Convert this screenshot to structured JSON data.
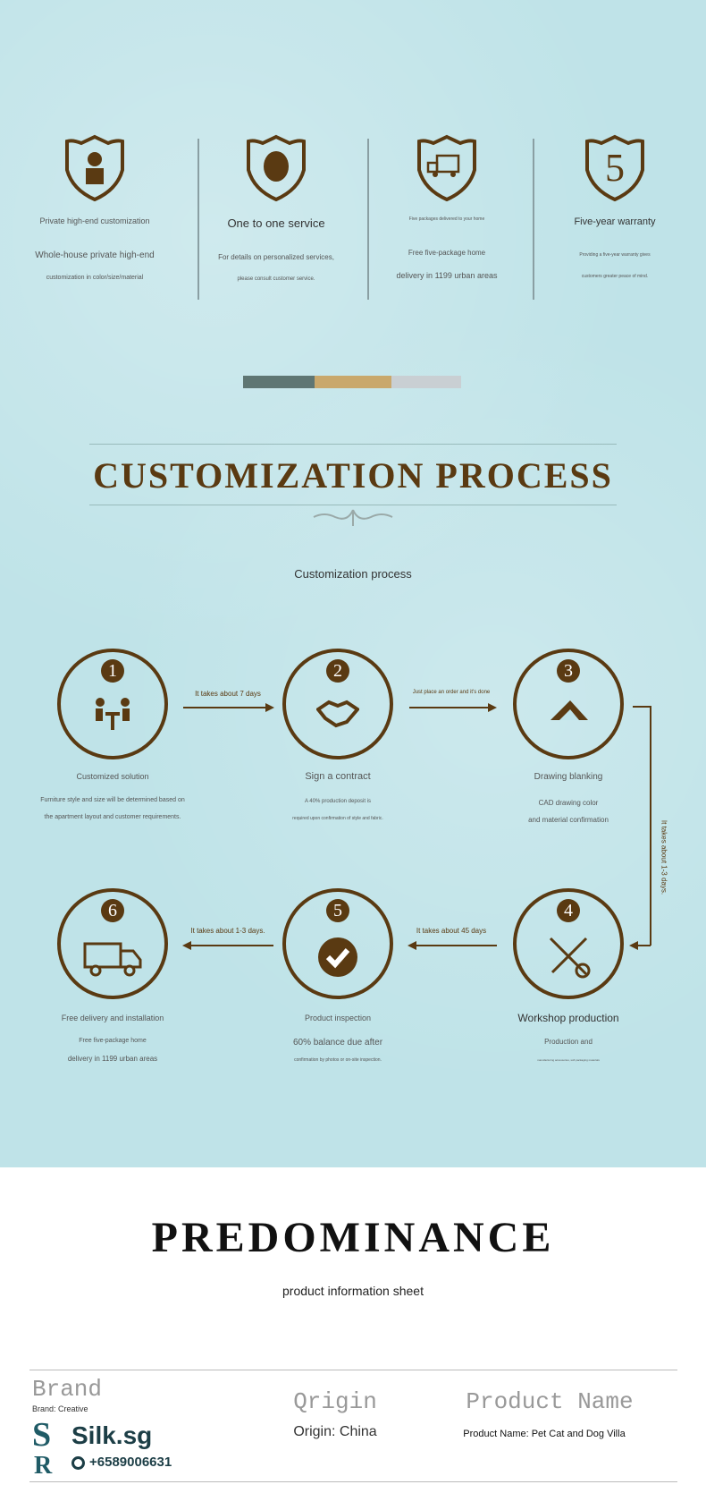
{
  "features": [
    {
      "icon": "technician-shield-icon",
      "title": "Private high-end customization",
      "line1": "Whole-house private high-end",
      "line2": "customization in color/size/material"
    },
    {
      "icon": "service-shield-icon",
      "title": "One to one service",
      "line1": "For details on personalized services,",
      "line2": "please consult customer service."
    },
    {
      "icon": "truck-shield-icon",
      "title": "Five packages delivered to your home",
      "line1": "Free five-package home",
      "line2": "delivery in 1199 urban areas"
    },
    {
      "icon": "five-shield-icon",
      "title": "Five-year warranty",
      "line1": "Providing a five-year warranty gives",
      "line2": "customers greater peace of mind."
    }
  ],
  "color_bar": [
    "#5f7673",
    "#c9a86c",
    "#c9cfd3"
  ],
  "process": {
    "title": "CUSTOMIZATION PROCESS",
    "subtitle": "Customization process",
    "steps": [
      {
        "num": "1",
        "title": "Customized solution",
        "line1": "Furniture style and size will be determined based on",
        "line2": "the apartment layout and customer requirements."
      },
      {
        "num": "2",
        "title": "Sign a contract",
        "line1": "A 40% production deposit is",
        "line2": "required upon confirmation of style and fabric."
      },
      {
        "num": "3",
        "title": "Drawing blanking",
        "line1": "CAD drawing color",
        "line2": "and material confirmation"
      },
      {
        "num": "4",
        "title": "Workshop production",
        "line1": "Production and",
        "line2": "manufacturing accessories, soft packaging materials"
      },
      {
        "num": "5",
        "title": "Product inspection",
        "line1": "60% balance due after",
        "line2": "confirmation by photos or on-site inspection."
      },
      {
        "num": "6",
        "title": "Free delivery and installation",
        "line1": "Free five-package home",
        "line2": "delivery in 1199 urban areas"
      }
    ],
    "arrows": [
      "It takes about 7 days",
      "Just place an order and it's done",
      "It takes about 1-3 days.",
      "It takes about 45 days",
      "It takes about 1-3 days."
    ]
  },
  "predominance": {
    "title": "PREDOMINANCE",
    "subtitle": "product information sheet"
  },
  "info_table": {
    "headers": [
      "Brand",
      "Qrigin",
      "Product Name"
    ],
    "values": [
      "Brand: Creative",
      "Origin: China",
      "Product Name: Pet Cat and Dog Villa"
    ]
  },
  "watermark": {
    "text": "Silk.sg",
    "phone": "+6589006631"
  },
  "colors": {
    "background": "#bfe3e8",
    "brown": "#5a3a12"
  }
}
